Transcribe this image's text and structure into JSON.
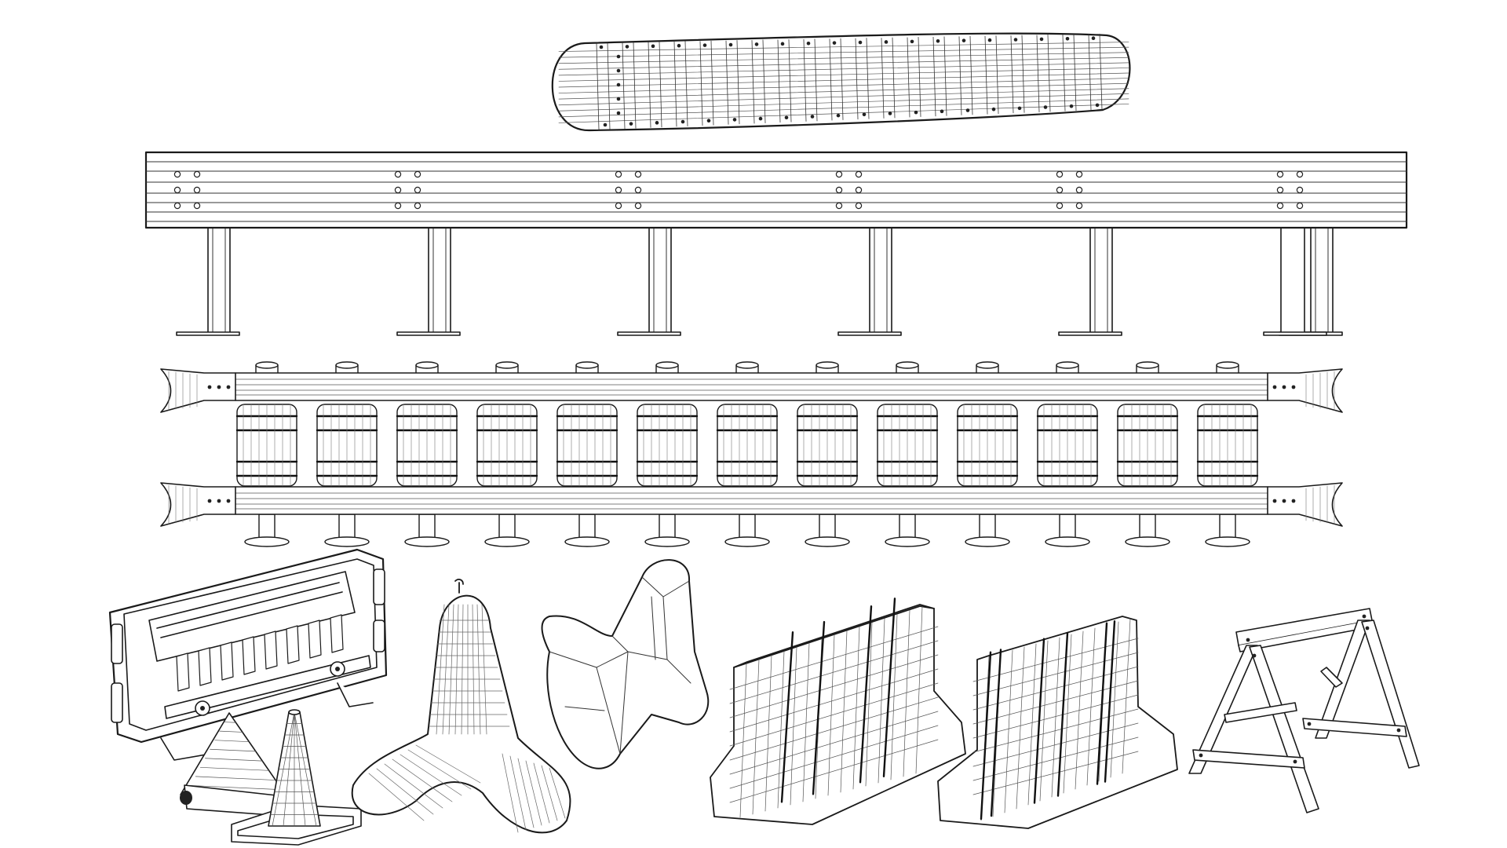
{
  "scene": {
    "background": "#ffffff",
    "line_color": "#1a1a1a",
    "wire_color": "#5a5a5a",
    "objects": [
      "crash-cushion-panel",
      "w-beam-guardrail",
      "roller-barrier",
      "plastic-water-barrier",
      "traffic-cone",
      "tetrapod",
      "concrete-jersey-barrier",
      "sawhorse-barricade"
    ],
    "guardrail_posts": 6,
    "roller_count": 13,
    "jersey_segments": 2,
    "tetrapod_count": 2
  }
}
